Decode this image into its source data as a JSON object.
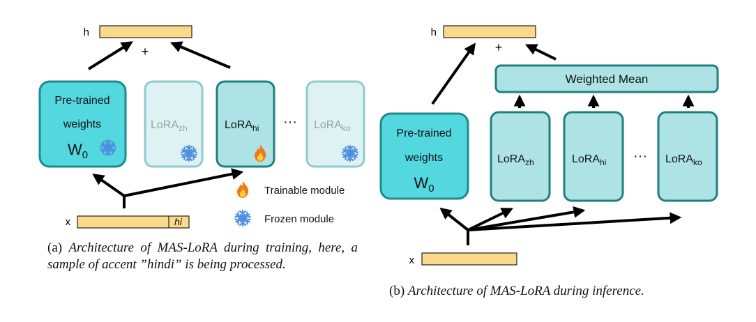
{
  "panel_a": {
    "output_label": "h",
    "plus": "+",
    "input_label": "x",
    "input_tag": "hi",
    "pretrained": {
      "line1": "Pre-trained",
      "line2": "weights",
      "w_main": "W",
      "w_sub": "0"
    },
    "lora_zh": {
      "main": "LoRA",
      "sub": "zh"
    },
    "lora_hi": {
      "main": "LoRA",
      "sub": "hi"
    },
    "lora_ko": {
      "main": "LoRA",
      "sub": "ko"
    },
    "ellipsis": "···",
    "legend": {
      "trainable": "Trainable module",
      "frozen": "Frozen module"
    },
    "caption_prefix": "(a) ",
    "caption_text": "Architecture of MAS-LoRA during training, here, a sample of accent ”hindi” is being processed."
  },
  "panel_b": {
    "output_label": "h",
    "plus": "+",
    "input_label": "x",
    "weighted_mean": "Weighted Mean",
    "pretrained": {
      "line1": "Pre-trained",
      "line2": "weights",
      "w_main": "W",
      "w_sub": "0"
    },
    "lora_zh": {
      "main": "LoRA",
      "sub": "zh"
    },
    "lora_hi": {
      "main": "LoRA",
      "sub": "hi"
    },
    "lora_ko": {
      "main": "LoRA",
      "sub": "ko"
    },
    "ellipsis": "···",
    "caption_prefix": "(b) ",
    "caption_text": "Architecture of MAS-LoRA during inference."
  },
  "colors": {
    "output_bar": "#fbd98a",
    "pretrained_fill": "#53d8e0",
    "pretrained_stroke": "#1d8a8c",
    "lora_active_fill": "#aee3e6",
    "lora_active_stroke": "#1f7f80",
    "lora_frozen_fill": "#dff2f3",
    "lora_frozen_stroke": "#8fcacc",
    "frozen_text": "#9aa0a1",
    "snowflake": "#4f8fe0",
    "flame_outer": "#f07a1a",
    "flame_inner": "#ffcf3a"
  },
  "icons": [
    "snowflake-icon",
    "flame-icon"
  ]
}
